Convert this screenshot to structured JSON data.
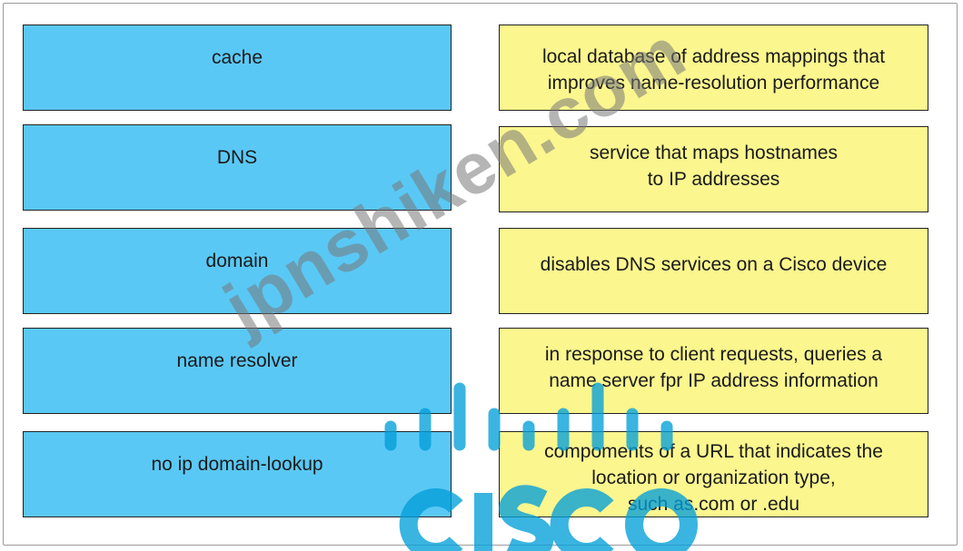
{
  "terms": [
    "cache",
    "DNS",
    "domain",
    "name resolver",
    "no ip domain-lookup"
  ],
  "descriptions": [
    "local database of address mappings that\nimproves name-resolution performance",
    "service that maps hostnames\nto IP addresses",
    "disables DNS services on a Cisco device",
    "in response to client requests, queries a\nname server fpr IP address information",
    "compoments of a URL that indicates the\nlocation or organization type,\nsuch as.com or .edu"
  ],
  "watermark": {
    "site": "jpnshiken.com",
    "logo": "cisco"
  },
  "colors": {
    "term_fill": "#5ac8f5",
    "desc_fill": "#fbf68e",
    "cisco_blue": "#049fd9"
  }
}
